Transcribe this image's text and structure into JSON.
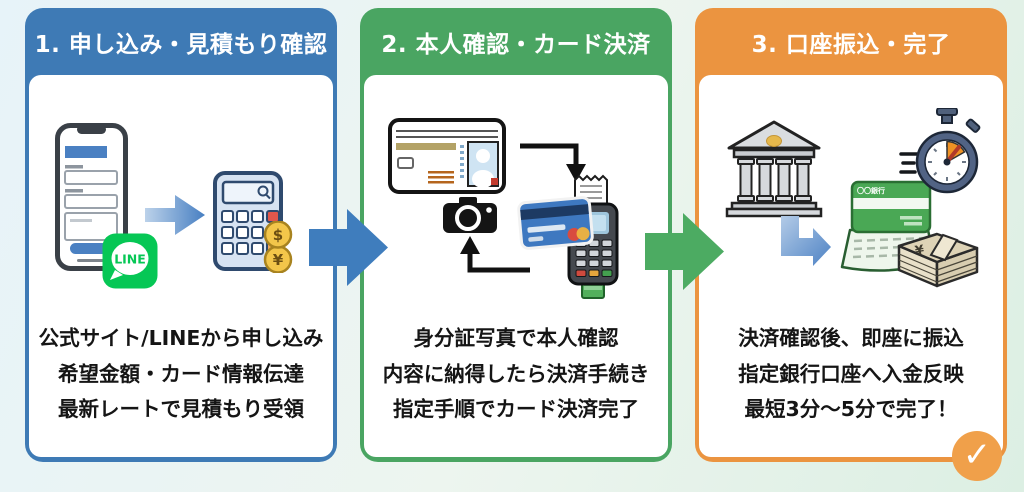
{
  "steps": [
    {
      "title": "1. 申し込み・見積もり確認",
      "accent_color": "#3e7ab5",
      "lines": [
        "公式サイト/LINEから申し込み",
        "希望金額・カード情報伝達",
        "最新レートで見積もり受領"
      ],
      "line_badge_label": "LINE",
      "line_brand_color": "#06C755",
      "coin_dollar_symbol": "$",
      "coin_yen_symbol": "¥",
      "icons": [
        "smartphone-form-icon",
        "line-icon",
        "arrow-right-icon",
        "calculator-icon",
        "coin-dollar-icon",
        "coin-yen-icon"
      ]
    },
    {
      "title": "2. 本人確認・カード決済",
      "accent_color": "#4aa562",
      "lines": [
        "身分証写真で本人確認",
        "内容に納得したら決済手続き",
        "指定手順でカード決済完了"
      ],
      "icons": [
        "id-card-icon",
        "camera-icon",
        "elbow-arrow-down-icon",
        "elbow-arrow-up-icon",
        "credit-card-icon",
        "payment-terminal-icon",
        "receipt-icon"
      ]
    },
    {
      "title": "3. 口座振込・完了",
      "accent_color": "#eb9440",
      "lines": [
        "決済確認後、即座に振込",
        "指定銀行口座へ入金反映",
        "最短3分〜5分で完了！"
      ],
      "passbook_label": "〇〇銀行",
      "badge_check": "✓",
      "badge_color": "#f0a04a",
      "icons": [
        "bank-icon",
        "elbow-arrow-right-icon",
        "passbook-icon",
        "cash-stack-icon",
        "stopwatch-icon",
        "check-badge-icon"
      ]
    }
  ],
  "connectors": [
    {
      "color": "#3f7dbd"
    },
    {
      "color": "#4cab62"
    }
  ]
}
